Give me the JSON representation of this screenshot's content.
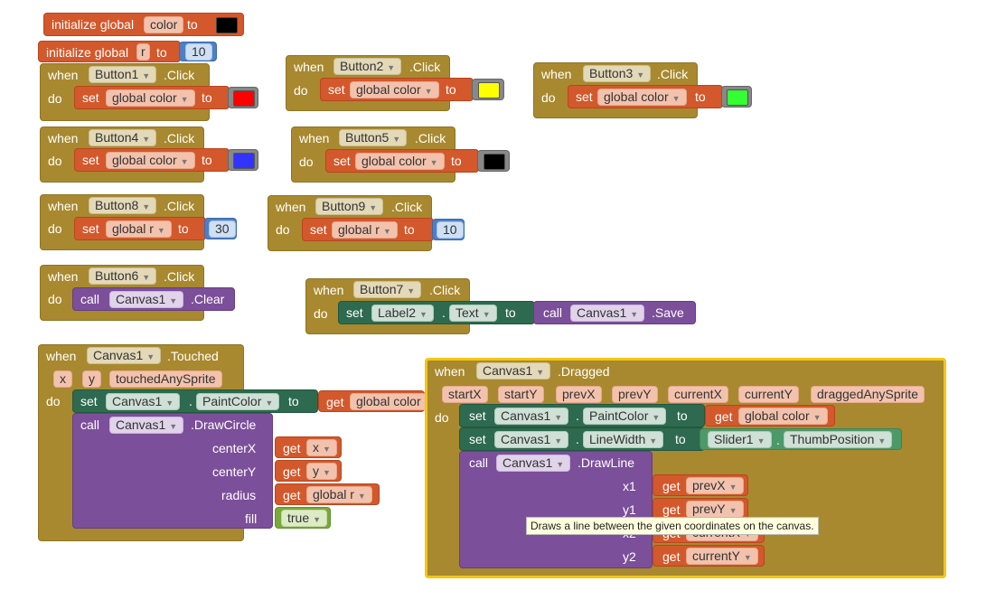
{
  "labels": {
    "initialize_global": "initialize global",
    "to": "to",
    "when": "when",
    "do": "do",
    "set": "set",
    "call": "call",
    "get": "get",
    "click_event": ".Click",
    "dot": "."
  },
  "globals": {
    "color": {
      "name": "color",
      "value_color": "#000000"
    },
    "r": {
      "name": "r",
      "value": "10"
    }
  },
  "button_handlers": [
    {
      "component": "Button1",
      "var": "global color",
      "color": "#ff0000"
    },
    {
      "component": "Button2",
      "var": "global color",
      "color": "#ffff00"
    },
    {
      "component": "Button3",
      "var": "global color",
      "color": "#33ff33"
    },
    {
      "component": "Button4",
      "var": "global color",
      "color": "#3333ff"
    },
    {
      "component": "Button5",
      "var": "global color",
      "color": "#000000"
    },
    {
      "component": "Button8",
      "var": "global r",
      "value": "30"
    },
    {
      "component": "Button9",
      "var": "global r",
      "value": "10"
    }
  ],
  "button6": {
    "component": "Button6",
    "target": "Canvas1",
    "method": ".Clear"
  },
  "button7": {
    "component": "Button7",
    "target": "Label2",
    "property": "Text",
    "call_target": "Canvas1",
    "method": ".Save"
  },
  "touched": {
    "component": "Canvas1",
    "event": ".Touched",
    "params": [
      "x",
      "y",
      "touchedAnySprite"
    ],
    "set_property": "PaintColor",
    "get_var": "global color",
    "method": ".DrawCircle",
    "args": [
      {
        "name": "centerX",
        "value": "x"
      },
      {
        "name": "centerY",
        "value": "y"
      },
      {
        "name": "radius",
        "value": "global r"
      },
      {
        "name": "fill",
        "value": "true"
      }
    ]
  },
  "dragged": {
    "component": "Canvas1",
    "event": ".Dragged",
    "params": [
      "startX",
      "startY",
      "prevX",
      "prevY",
      "currentX",
      "currentY",
      "draggedAnySprite"
    ],
    "set1_property": "PaintColor",
    "set1_get": "global color",
    "set2_property": "LineWidth",
    "slider": "Slider1",
    "slider_property": "ThumbPosition",
    "method": ".DrawLine",
    "args": [
      {
        "name": "x1",
        "value": "prevX"
      },
      {
        "name": "y1",
        "value": "prevY"
      },
      {
        "name": "x2",
        "value": "currentX"
      },
      {
        "name": "y2",
        "value": "currentY"
      }
    ],
    "tooltip": "Draws a line between the given coordinates on the canvas."
  }
}
